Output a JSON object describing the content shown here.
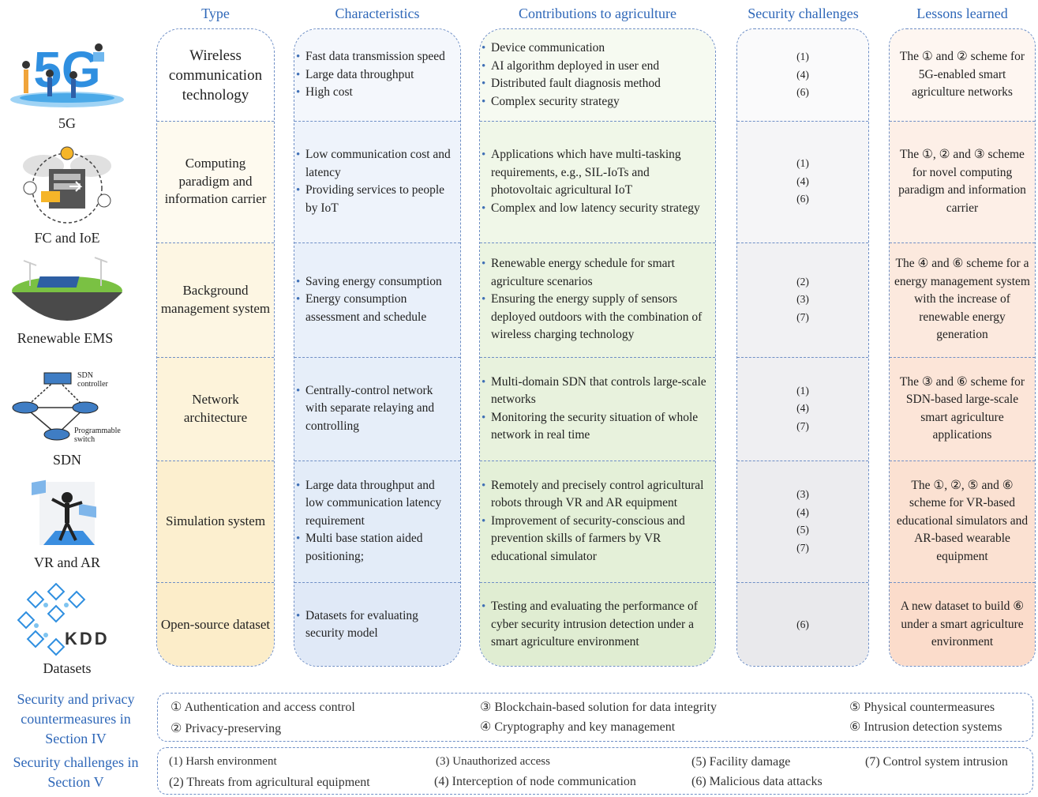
{
  "headers": {
    "type": "Type",
    "characteristics": "Characteristics",
    "contributions": "Contributions to agriculture",
    "security": "Security challenges",
    "lessons": "Lessons learned"
  },
  "rows": [
    {
      "icon_label": "5G",
      "icon": "5g-icon",
      "type": "Wireless communication technology",
      "characteristics": [
        "Fast data transmission speed",
        "Large data throughput",
        "High cost"
      ],
      "contributions": [
        "Device communication",
        "AI algorithm deployed in user end",
        "Distributed fault diagnosis method",
        "Complex security strategy"
      ],
      "challenges": [
        "(1)",
        "(4)",
        "(6)"
      ],
      "lesson": "The ① and ② scheme for 5G-enabled smart agriculture networks"
    },
    {
      "icon_label": "FC and IoE",
      "icon": "fog-computing-icon",
      "type": "Computing paradigm and information carrier",
      "characteristics": [
        "Low communication cost and latency",
        "Providing services to people by IoT"
      ],
      "contributions": [
        "Applications which have multi-tasking requirements, e.g., SIL-IoTs and photovoltaic agricultural IoT",
        "Complex and low latency security strategy"
      ],
      "challenges": [
        "(1)",
        "(4)",
        "(6)"
      ],
      "lesson": "The ①, ② and ③ scheme for novel computing paradigm and information carrier"
    },
    {
      "icon_label": "Renewable EMS",
      "icon": "floating-island-solar-icon",
      "type": "Background management system",
      "characteristics": [
        "Saving energy consumption",
        "Energy consumption assessment and schedule"
      ],
      "contributions": [
        "Renewable energy schedule for smart agriculture scenarios",
        "Ensuring the energy supply of sensors deployed outdoors with the combination of wireless charging technology"
      ],
      "challenges": [
        "(2)",
        "(3)",
        "(7)"
      ],
      "lesson": "The ④ and ⑥ scheme for a energy management system with the increase of renewable energy generation"
    },
    {
      "icon_label": "SDN",
      "icon": "sdn-network-icon",
      "icon_sublabels": [
        "SDN controller",
        "Programmable switch"
      ],
      "type": "Network architecture",
      "characteristics": [
        "Centrally-control network with separate relaying and controlling"
      ],
      "contributions": [
        "Multi-domain SDN that controls large-scale networks",
        "Monitoring the security situation of whole network in real time"
      ],
      "challenges": [
        "(1)",
        "(4)",
        "(7)"
      ],
      "lesson": "The ③ and ⑥ scheme for SDN-based large-scale smart agriculture applications"
    },
    {
      "icon_label": "VR and AR",
      "icon": "vr-user-icon",
      "type": "Simulation system",
      "characteristics": [
        "Large data throughput and low communication latency requirement",
        "Multi base station aided positioning;"
      ],
      "contributions": [
        "Remotely and precisely control agricultural robots through VR and AR equipment",
        "Improvement of security-conscious and prevention skills of farmers by VR educational simulator"
      ],
      "challenges": [
        "(3)",
        "(4)",
        "(5)",
        "(7)"
      ],
      "lesson": "The ①, ②, ⑤ and ⑥ scheme for VR-based educational simulators and AR-based wearable equipment"
    },
    {
      "icon_label": "Datasets",
      "icon": "kdd-dataset-icon",
      "icon_text": "KDD",
      "type": "Open-source dataset",
      "characteristics": [
        "Datasets for evaluating security model"
      ],
      "contributions": [
        "Testing and evaluating the performance of cyber security intrusion detection under a smart agriculture environment"
      ],
      "challenges": [
        "(6)"
      ],
      "lesson": "A new dataset to build ⑥ under a smart agriculture environment"
    }
  ],
  "legend": {
    "countermeasures_title": "Security and privacy countermeasures in Section IV",
    "countermeasures": [
      "① Authentication and access control",
      "② Privacy-preserving",
      "③ Blockchain-based solution for data integrity",
      "④ Cryptography and key management",
      "⑤ Physical countermeasures",
      "⑥ Intrusion detection systems"
    ],
    "challenges_title": "Security challenges in Section V",
    "challenges": [
      "(1) Harsh environment",
      "(2) Threats from agricultural equipment",
      "(3) Unauthorized access",
      "(4) Interception of node communication",
      "(5) Facility damage",
      "(6) Malicious data attacks",
      "(7) Control system intrusion"
    ]
  },
  "colors": {
    "header_blue": "#2e67b8",
    "dashed_border": "#6f8fc6",
    "type_fill": "#fdf3d9",
    "characteristics_fill": "#e6eef9",
    "contributions_fill": "#e9f3de",
    "security_fill": "#ededf0",
    "lessons_fill": "#fbe3d6"
  }
}
